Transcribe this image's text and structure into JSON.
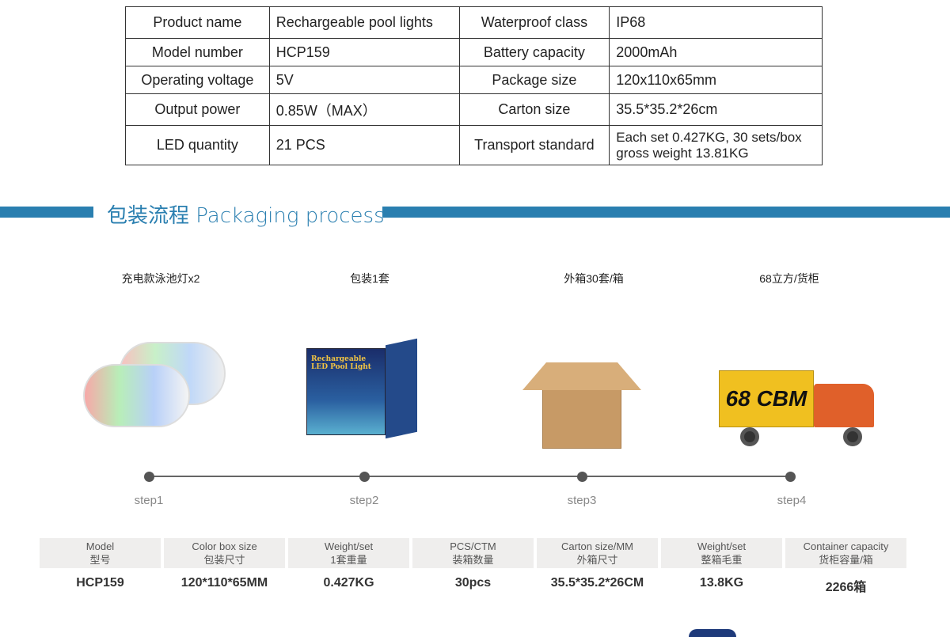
{
  "spec_table": [
    [
      "Product name",
      "Rechargeable pool lights",
      "Waterproof class",
      "IP68"
    ],
    [
      "Model number",
      "HCP159",
      "Battery capacity",
      "2000mAh"
    ],
    [
      "Operating voltage",
      "5V",
      "Package size",
      "120x110x65mm"
    ],
    [
      "Output power",
      "0.85W（MAX）",
      "Carton size",
      "35.5*35.2*26cm"
    ],
    [
      "LED quantity",
      "21 PCS",
      "Transport standard",
      "Each set 0.427KG, 30 sets/box gross weight 13.81KG"
    ]
  ],
  "section_title": "包装流程 Packaging process",
  "steps": [
    {
      "caption": "充电款泳池灯x2",
      "name": "step1"
    },
    {
      "caption": "包装1套",
      "name": "step2"
    },
    {
      "caption": "外箱30套/箱",
      "name": "step3"
    },
    {
      "caption": "68立方/货柜",
      "name": "step4"
    }
  ],
  "box_text": "Rechargeable LED Pool Light",
  "truck_text": "68 CBM",
  "summary_headers": [
    [
      "Model",
      "型号"
    ],
    [
      "Color box size",
      "包装尺寸"
    ],
    [
      "Weight/set",
      "1套重量"
    ],
    [
      "PCS/CTM",
      "装箱数量"
    ],
    [
      "Carton size/MM",
      "外箱尺寸"
    ],
    [
      "Weight/set",
      "整箱毛重"
    ],
    [
      "Container capacity",
      "货柜容量/箱"
    ]
  ],
  "summary_values": [
    "HCP159",
    "120*110*65MM",
    "0.427KG",
    "30pcs",
    "35.5*35.2*26CM",
    "13.8KG",
    "2266箱"
  ],
  "colors": {
    "accent": "#2a7fb0"
  }
}
